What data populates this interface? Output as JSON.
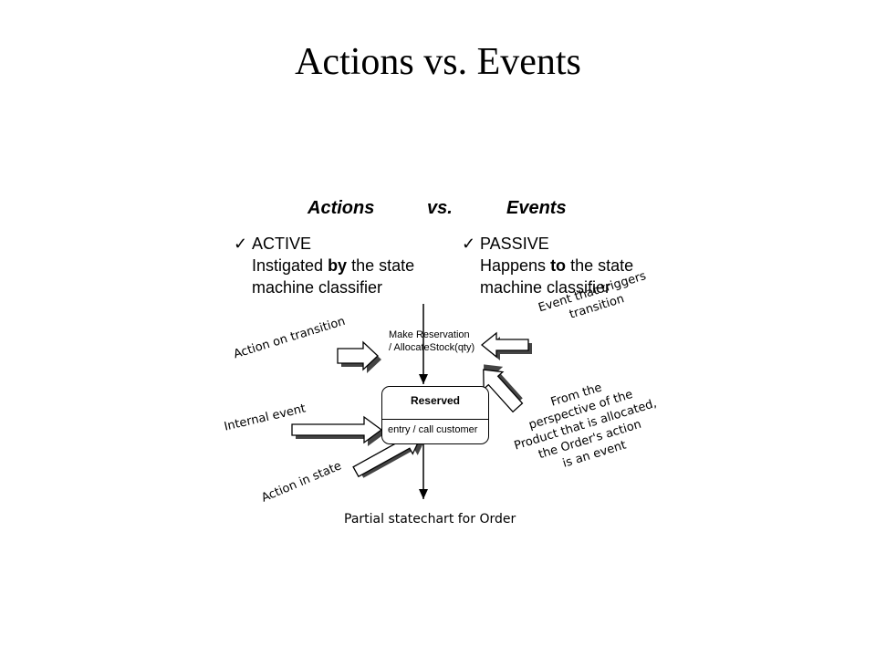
{
  "slide": {
    "title": "Actions vs. Events"
  },
  "diagram": {
    "heading": {
      "left": "Actions",
      "middle": "vs.",
      "right": "Events"
    },
    "actions_col": {
      "check": "✓",
      "line1": "ACTIVE",
      "line2_pre": "Instigated ",
      "line2_bold": "by",
      "line2_post": " the state",
      "line3": "machine classifier"
    },
    "events_col": {
      "check": "✓",
      "line1": "PASSIVE",
      "line2_pre": "Happens ",
      "line2_bold": "to",
      "line2_post": " the state",
      "line3": "machine classifier"
    },
    "transition_label": {
      "line1": "Make Reservation",
      "line2": "/ AllocateStock(qty)"
    },
    "state": {
      "name": "Reserved",
      "action": "entry / call customer"
    },
    "annotations": {
      "action_on_transition": "Action on transition",
      "event_triggers": {
        "line1": "Event that triggers",
        "line2": "transition"
      },
      "internal_event": "Internal event",
      "action_in_state": "Action in state",
      "perspective": {
        "line1": "From the",
        "line2": "perspective of the",
        "line3": "Product that is allocated,",
        "line4": "the Order's action",
        "line5": "is an event"
      }
    },
    "caption": "Partial statechart for Order"
  }
}
